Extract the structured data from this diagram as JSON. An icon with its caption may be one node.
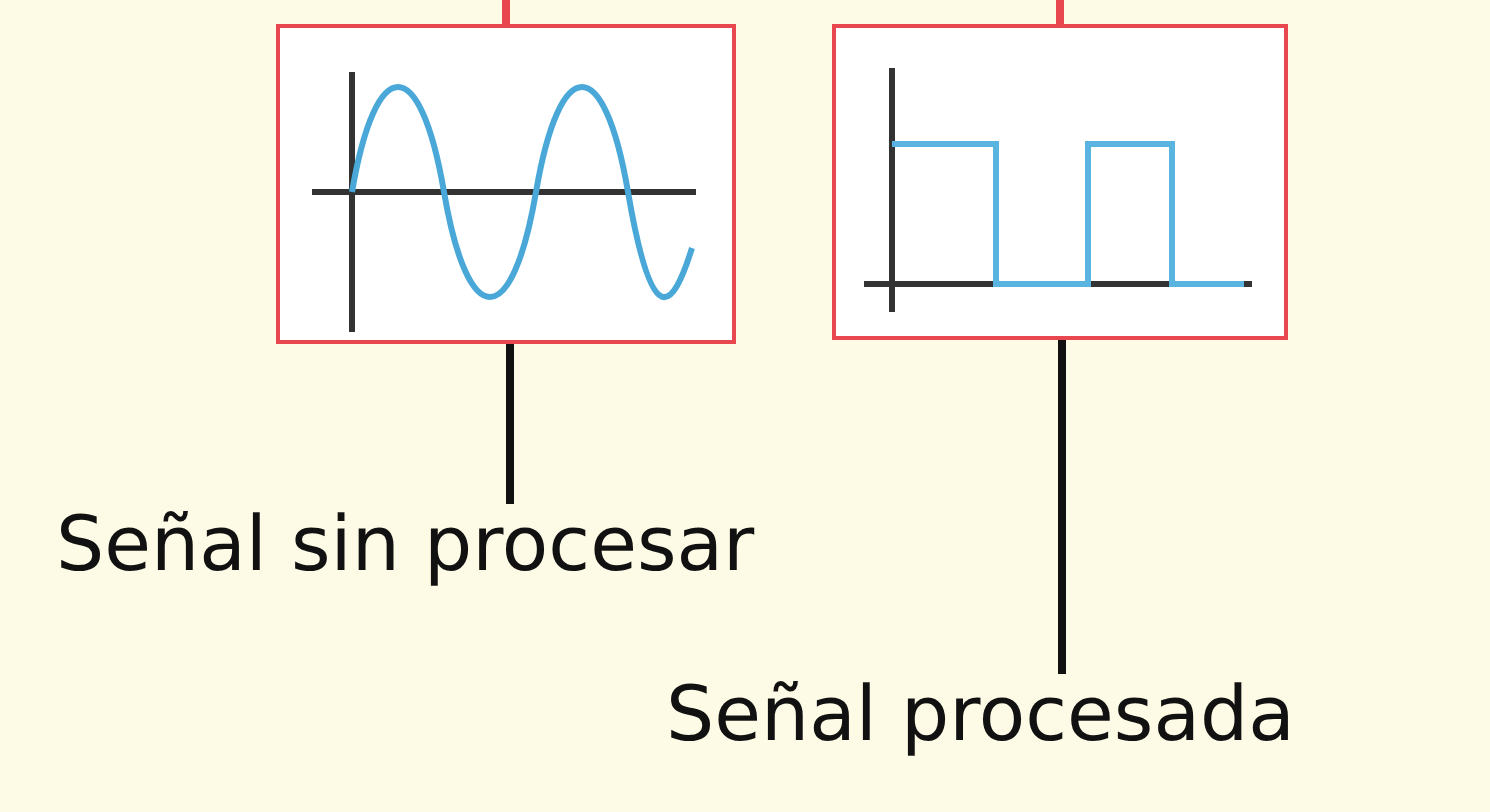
{
  "diagram": {
    "nodes": [
      {
        "text": [],
        "shape": "picture"
      },
      {
        "text": [],
        "shape": "picture"
      },
      {
        "text": [
          "Señal sin procesar"
        ]
      },
      {
        "text": [
          "Señal procesada"
        ]
      }
    ],
    "edges": [
      {
        "from": null,
        "to": 0,
        "arrow": "none",
        "color": "#e8474f"
      },
      {
        "from": null,
        "to": 1,
        "arrow": "none",
        "color": "#e8474f"
      },
      {
        "from": 2,
        "to": 0,
        "arrow": "none",
        "color": "#111111"
      },
      {
        "from": 3,
        "to": 1,
        "arrow": "none",
        "color": "#111111"
      }
    ]
  }
}
